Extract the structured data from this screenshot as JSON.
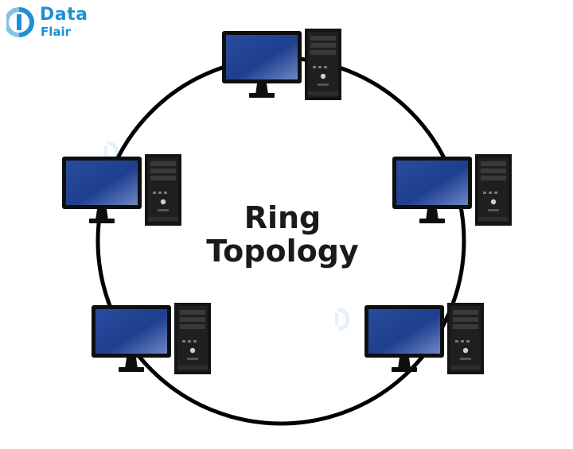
{
  "brand": {
    "line1": "Data",
    "line2": "Flair",
    "color": "#1f8fd6"
  },
  "diagram": {
    "title_line1": "Ring",
    "title_line2": "Topology",
    "ring_color": "#000000",
    "screen_color": "#1e3f8f",
    "node_count": 5,
    "node_icon": "desktop-computer-icon"
  }
}
